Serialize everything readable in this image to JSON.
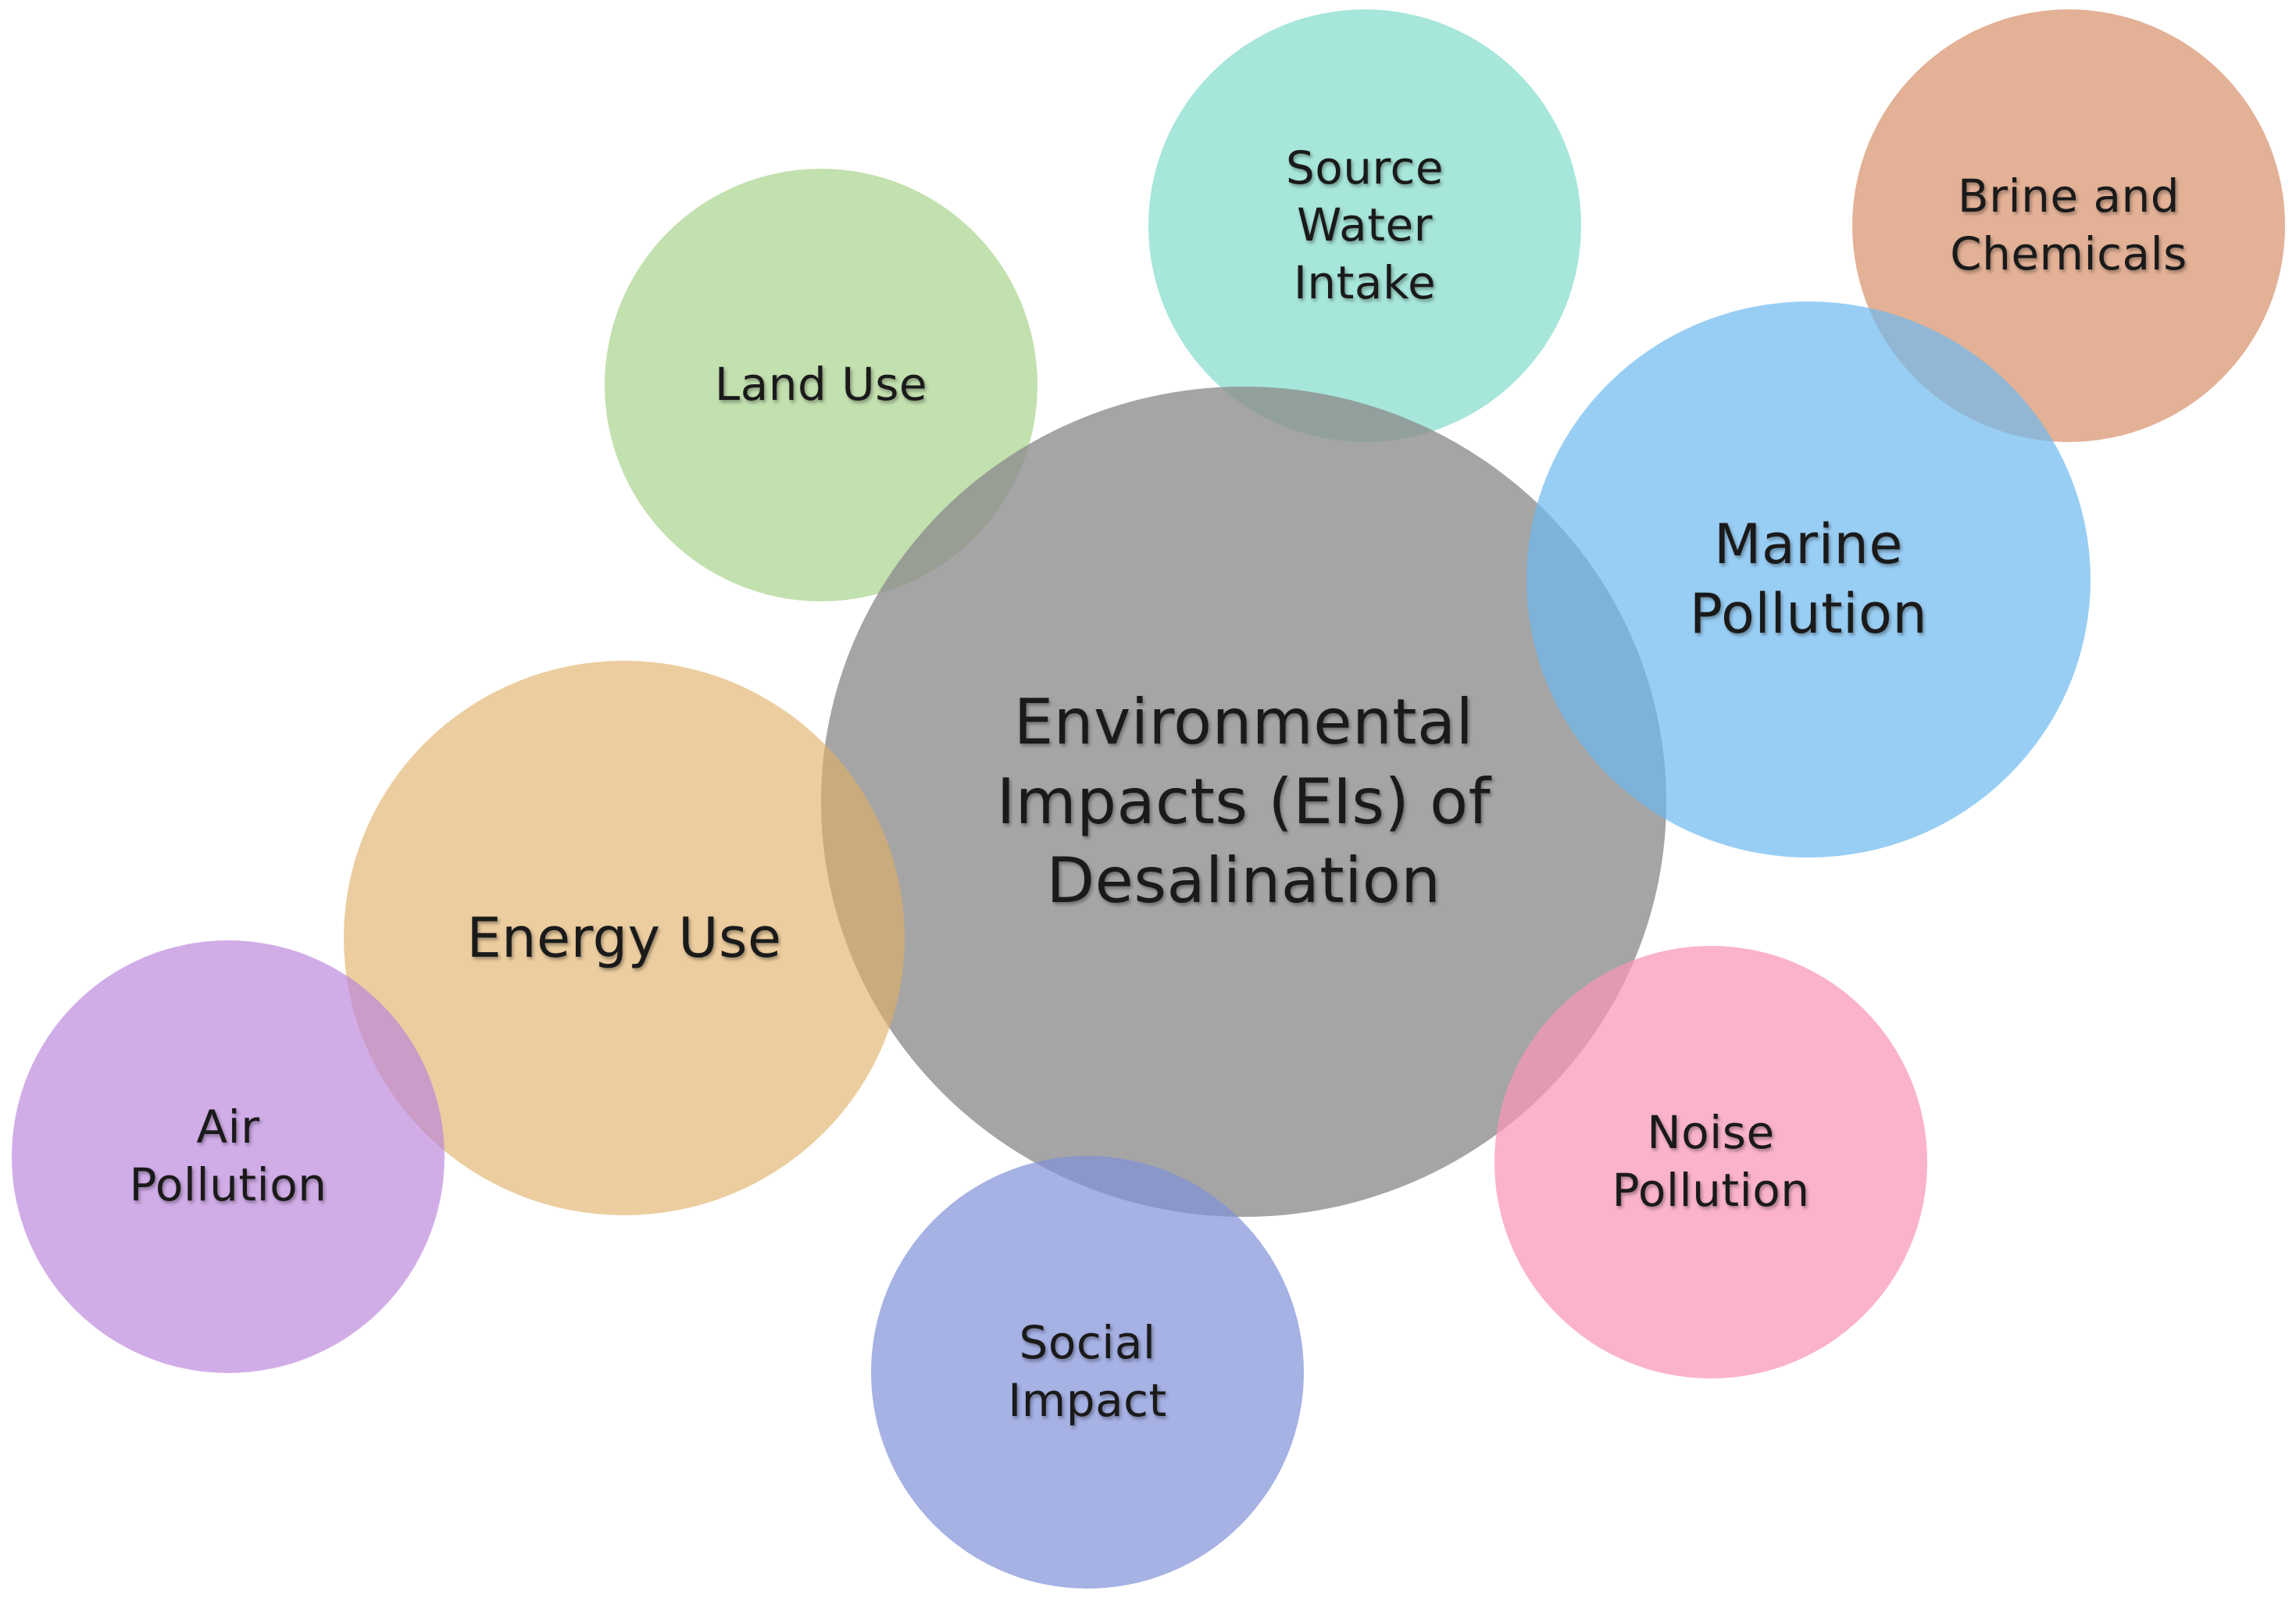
{
  "diagram": {
    "center": {
      "lines": [
        "Environmental",
        "Impacts (EIs) of",
        "Desalination"
      ],
      "color": "rgba(140,140,140,0.78)"
    },
    "nodes": [
      {
        "id": "land",
        "lines": [
          "Land Use"
        ],
        "color": "rgba(169,211,141,0.70)"
      },
      {
        "id": "source",
        "lines": [
          "Source",
          "Water",
          "Intake"
        ],
        "color": "rgba(126,218,200,0.68)"
      },
      {
        "id": "brine",
        "lines": [
          "Brine and",
          "Chemicals"
        ],
        "color": "rgba(214,140,100,0.68)"
      },
      {
        "id": "marine",
        "lines": [
          "Marine",
          "Pollution"
        ],
        "color": "rgba(110,185,240,0.70)"
      },
      {
        "id": "energy",
        "lines": [
          "Energy Use"
        ],
        "color": "rgba(224,175,100,0.62)"
      },
      {
        "id": "air",
        "lines": [
          "Air",
          "Pollution"
        ],
        "color": "rgba(185,130,220,0.66)"
      },
      {
        "id": "noise",
        "lines": [
          "Noise",
          "Pollution"
        ],
        "color": "rgba(250,150,185,0.72)"
      },
      {
        "id": "social",
        "lines": [
          "Social",
          "Impact"
        ],
        "color": "rgba(128,144,216,0.70)"
      }
    ]
  }
}
